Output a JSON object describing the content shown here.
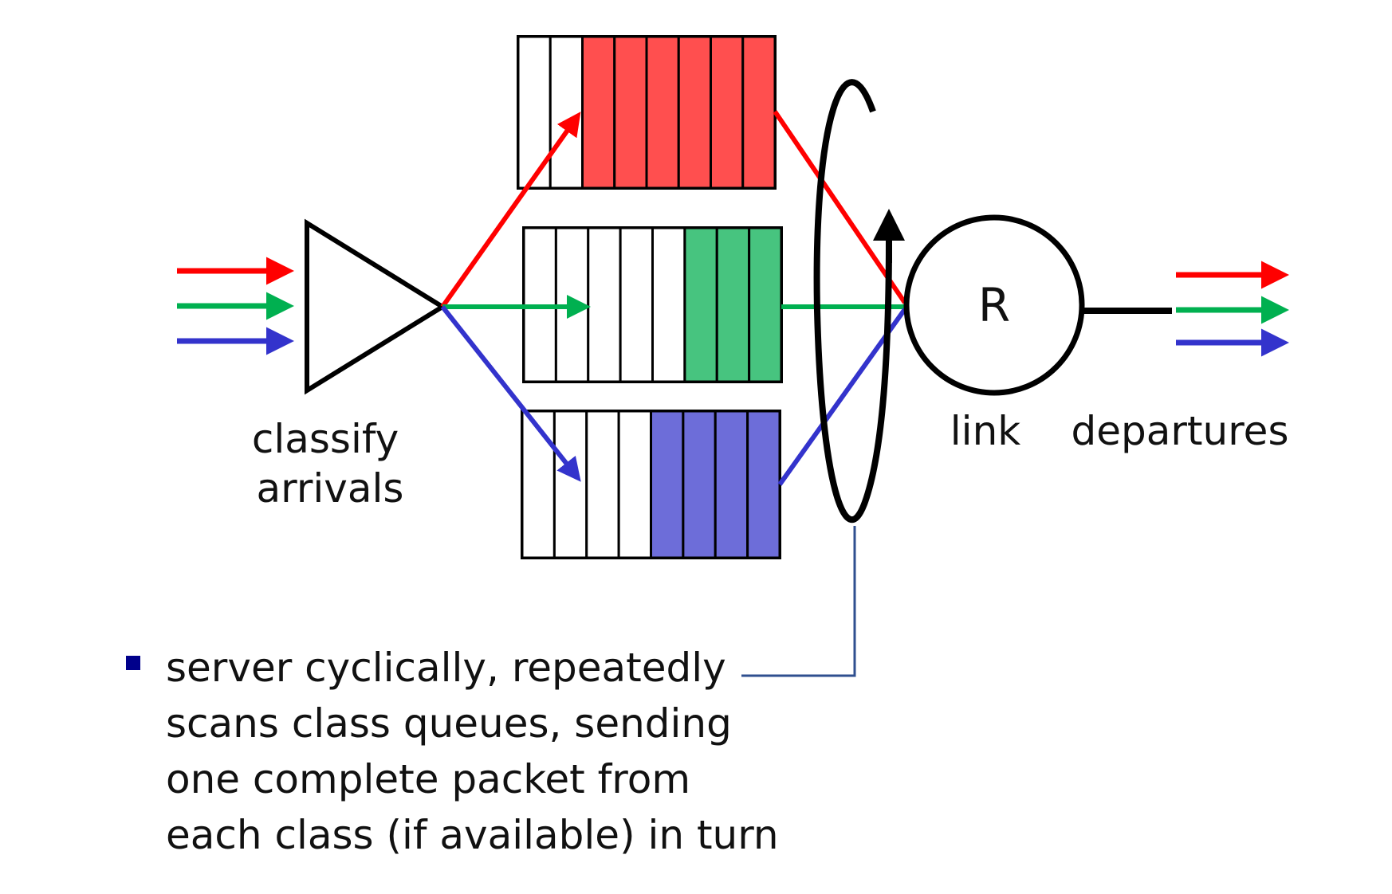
{
  "labels": {
    "classify_line1": "classify",
    "classify_line2": "arrivals",
    "link_text": "link",
    "departures_text": "departures",
    "server_symbol": "R"
  },
  "note": {
    "lines": [
      "server cyclically, repeatedly",
      "scans class queues, sending",
      "one complete packet from",
      "each class (if available) in turn"
    ]
  },
  "colors": {
    "red": "#ff0000",
    "green": "#00b050",
    "blue": "#3333cc",
    "red_fill": "#ff4f4f",
    "green_fill": "#47c47f",
    "blue_fill": "#6d6dd9",
    "bullet": "#00008b",
    "leader": "#2f4f8f"
  },
  "queues": [
    {
      "name": "red",
      "total_slots": 8,
      "filled_slots": 6
    },
    {
      "name": "green",
      "total_slots": 8,
      "filled_slots": 3
    },
    {
      "name": "blue",
      "total_slots": 8,
      "filled_slots": 4
    }
  ]
}
